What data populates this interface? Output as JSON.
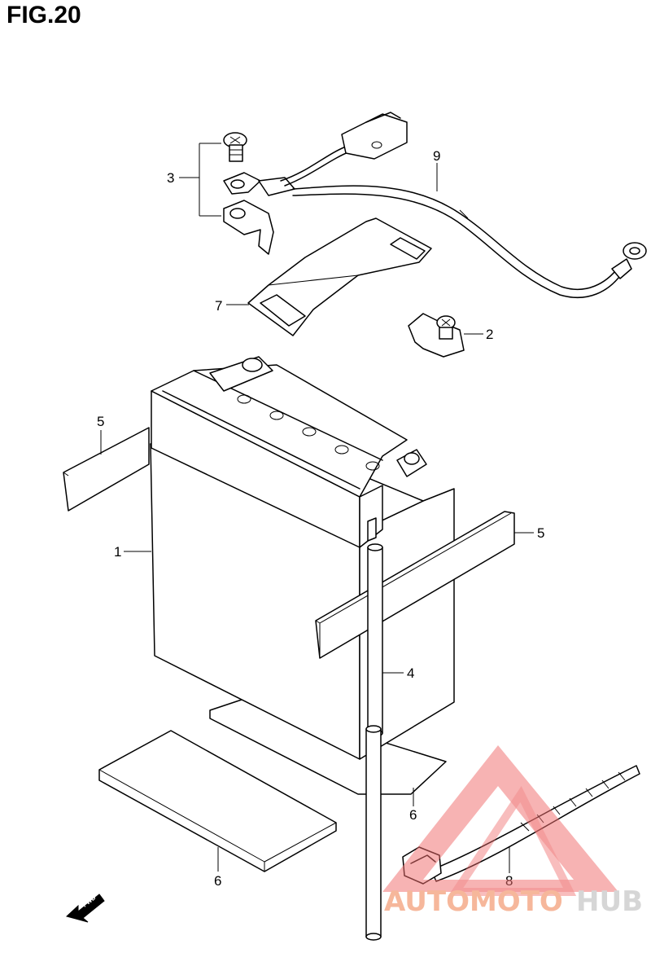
{
  "figure": {
    "title": "FIG.20"
  },
  "callouts": {
    "battery": "1",
    "terminal_bolt": "2",
    "bolt_terminal_group": "3",
    "breather_hose": "4",
    "side_pad_left": "5",
    "side_pad_right": "5",
    "bottom_pad_back": "6",
    "bottom_pad_front": "6",
    "battery_band": "7",
    "clamp_band": "8",
    "lead_wire": "9"
  },
  "fwd_arrow": {
    "label": "FWD"
  },
  "watermark": {
    "part1": "AUTOMOTO",
    "part2": "HUB",
    "color_main": "#f3a07a",
    "color_accent": "#c9c9c9",
    "triangle_color": "#f06e6e"
  }
}
